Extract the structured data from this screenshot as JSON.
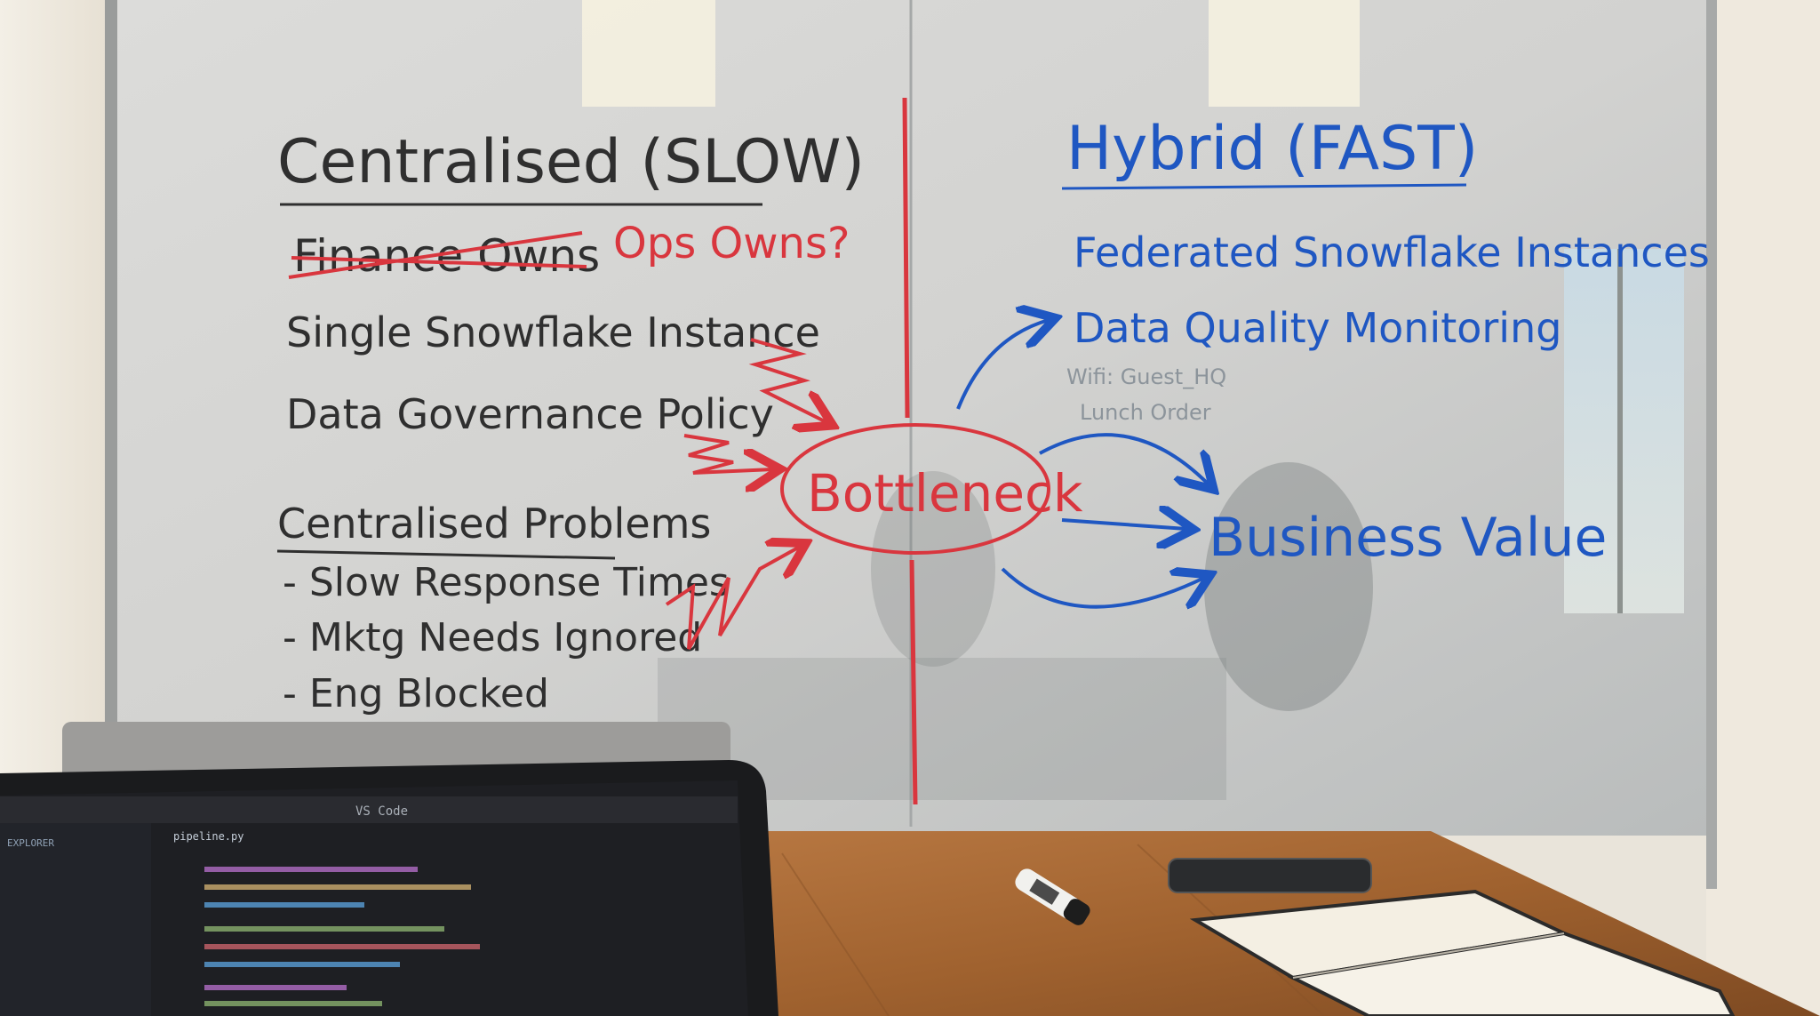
{
  "whiteboard": {
    "left_title": "Centralised (SLOW)",
    "struck_line": "Finance Owns",
    "ops_note": "Ops Owns?",
    "left_items": [
      "Single Snowflake Instance",
      "Data Governance Policy"
    ],
    "problems_heading": "Centralised Problems",
    "problems": [
      "- Slow Response Times",
      "- Mktg Needs Ignored",
      "- Eng Blocked"
    ],
    "center_label": "Bottleneck",
    "right_title": "Hybrid (FAST)",
    "right_items": [
      "Federated Snowflake Instances",
      "Data Quality Monitoring"
    ],
    "outcome": "Business Value",
    "faint_notes": [
      "Wifi: Guest_HQ",
      "Lunch Order"
    ]
  },
  "laptop": {
    "window_title": "VS Code",
    "sidebar_label": "EXPLORER",
    "tab_label": "pipeline.py"
  },
  "colors": {
    "marker_black": "#2f2f2f",
    "marker_red": "#d9363e",
    "marker_blue": "#1f57c2",
    "table_wood": "#a86a3a"
  }
}
